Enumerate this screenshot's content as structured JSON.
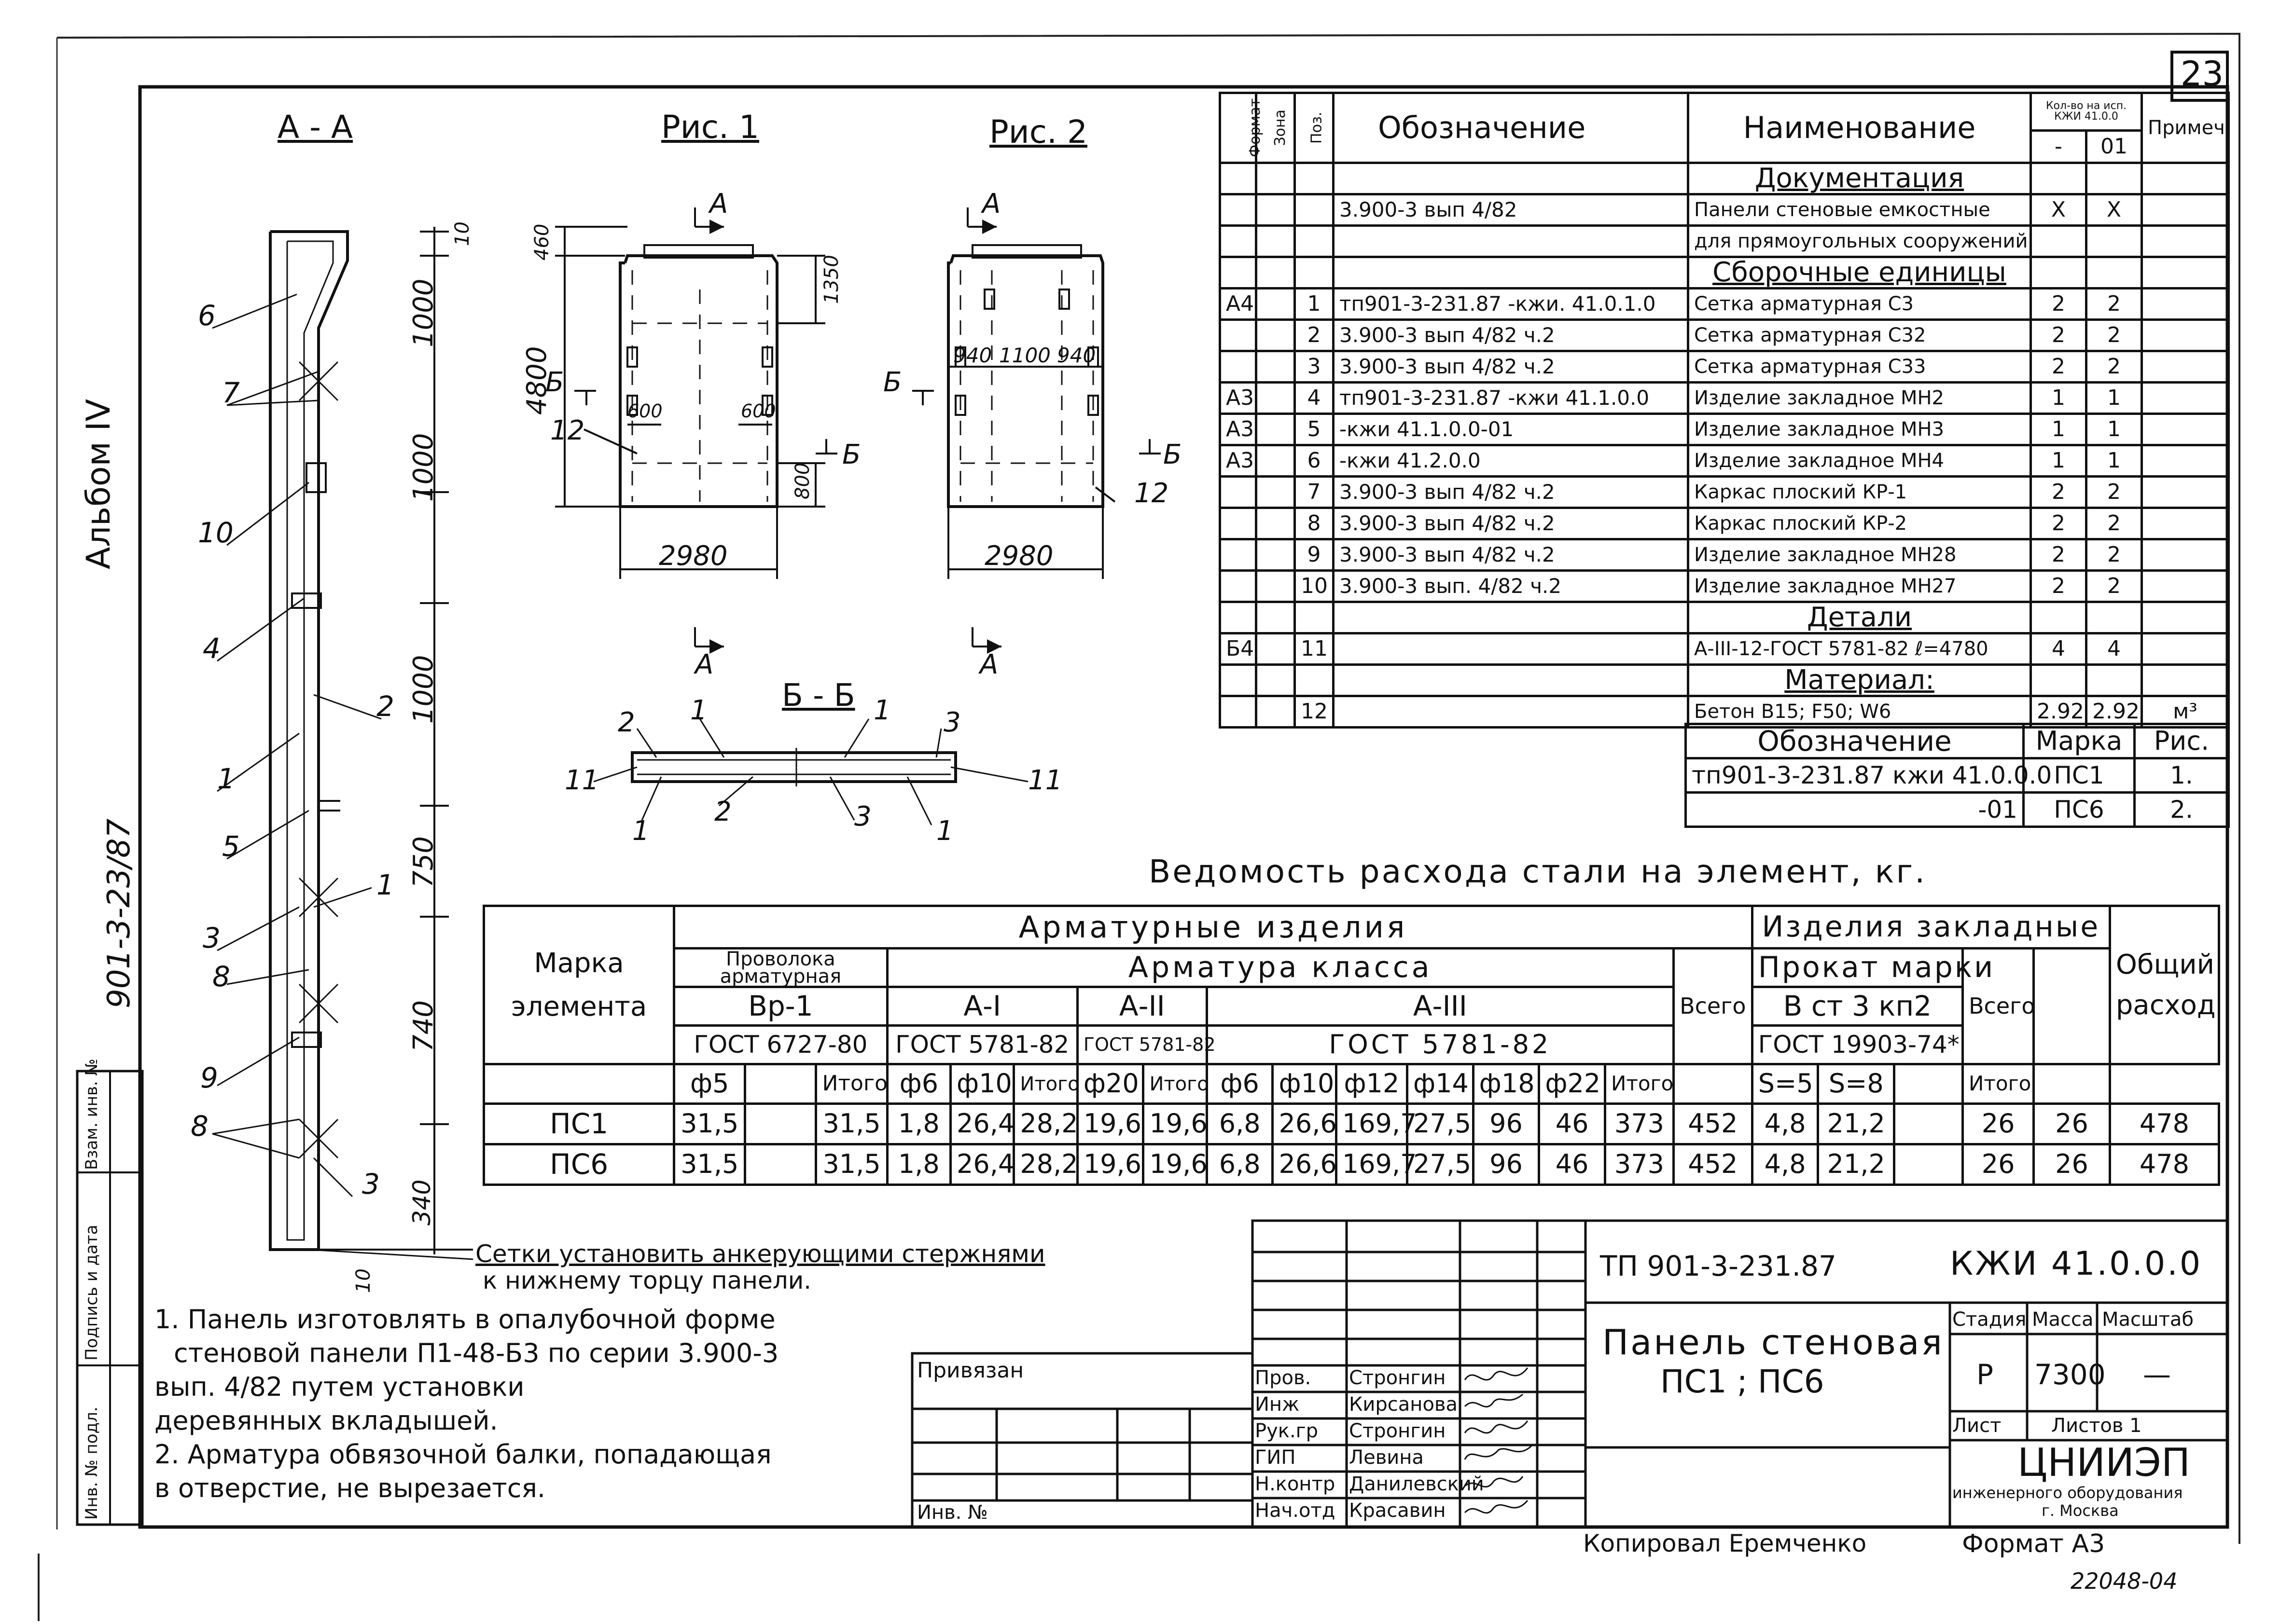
{
  "sheet_number": "23",
  "album": "Альбом IV",
  "series": "901-3-23/87",
  "side_labels": [
    "Инв. № подл.",
    "Подпись и дата",
    "Взам. инв. №"
  ],
  "drawings": {
    "section_aa": {
      "title": "А - А",
      "dims": [
        "10",
        "1000",
        "1000",
        "1000",
        "750",
        "740",
        "340",
        "10"
      ],
      "callouts": [
        "6",
        "7",
        "10",
        "4",
        "2",
        "1",
        "5",
        "1",
        "3",
        "8",
        "9",
        "8",
        "3"
      ]
    },
    "fig1": {
      "title": "Рис. 1",
      "dims": [
        "460",
        "1350",
        "4800",
        "600",
        "600",
        "800",
        "2980"
      ],
      "labels": [
        "А",
        "А",
        "Б",
        "Б",
        "12"
      ]
    },
    "fig2": {
      "title": "Рис. 2",
      "dims": [
        "940",
        "1100",
        "940",
        "2980"
      ],
      "labels": [
        "А",
        "А",
        "Б",
        "Б",
        "12"
      ]
    },
    "section_bb": {
      "title": "Б - Б",
      "callouts": [
        "2",
        "1",
        "1",
        "3",
        "11",
        "11",
        "1",
        "2",
        "3",
        "1"
      ]
    }
  },
  "spec_table": {
    "headers": {
      "format": "Формат",
      "zone": "Зона",
      "pos": "Поз.",
      "designation": "Обозначение",
      "name": "Наименование",
      "qty": "Кол-во на исп.",
      "qty_sub": "КЖИ 41.0.0",
      "qty_cols": [
        "-",
        "01"
      ],
      "note": "Примеч."
    },
    "rows": [
      {
        "type": "section",
        "name": "Документация"
      },
      {
        "fmt": "",
        "zone": "",
        "pos": "",
        "des": "3.900-3 вып 4/82",
        "name": "Панели стеновые емкостные",
        "q1": "X",
        "q2": "X",
        "note": ""
      },
      {
        "fmt": "",
        "zone": "",
        "pos": "",
        "des": "",
        "name": "для прямоугольных сооружений",
        "q1": "",
        "q2": "",
        "note": ""
      },
      {
        "type": "section",
        "name": "Сборочные единицы"
      },
      {
        "fmt": "А4",
        "zone": "",
        "pos": "1",
        "des": "тп901-3-231.87 -кжи. 41.0.1.0",
        "name": "Сетка арматурная С3",
        "q1": "2",
        "q2": "2",
        "note": ""
      },
      {
        "fmt": "",
        "zone": "",
        "pos": "2",
        "des": "3.900-3 вып 4/82 ч.2",
        "name": "Сетка арматурная С32",
        "q1": "2",
        "q2": "2",
        "note": ""
      },
      {
        "fmt": "",
        "zone": "",
        "pos": "3",
        "des": "3.900-3 вып 4/82 ч.2",
        "name": "Сетка арматурная С33",
        "q1": "2",
        "q2": "2",
        "note": ""
      },
      {
        "fmt": "А3",
        "zone": "",
        "pos": "4",
        "des": "тп901-3-231.87 -кжи 41.1.0.0",
        "name": "Изделие закладное МН2",
        "q1": "1",
        "q2": "1",
        "note": ""
      },
      {
        "fmt": "А3",
        "zone": "",
        "pos": "5",
        "des": "-кжи 41.1.0.0-01",
        "name": "Изделие закладное МН3",
        "q1": "1",
        "q2": "1",
        "note": ""
      },
      {
        "fmt": "А3",
        "zone": "",
        "pos": "6",
        "des": "-кжи 41.2.0.0",
        "name": "Изделие закладное МН4",
        "q1": "1",
        "q2": "1",
        "note": ""
      },
      {
        "fmt": "",
        "zone": "",
        "pos": "7",
        "des": "3.900-3 вып 4/82 ч.2",
        "name": "Каркас плоский КР-1",
        "q1": "2",
        "q2": "2",
        "note": ""
      },
      {
        "fmt": "",
        "zone": "",
        "pos": "8",
        "des": "3.900-3 вып 4/82 ч.2",
        "name": "Каркас плоский КР-2",
        "q1": "2",
        "q2": "2",
        "note": ""
      },
      {
        "fmt": "",
        "zone": "",
        "pos": "9",
        "des": "3.900-3 вып 4/82 ч.2",
        "name": "Изделие закладное МН28",
        "q1": "2",
        "q2": "2",
        "note": ""
      },
      {
        "fmt": "",
        "zone": "",
        "pos": "10",
        "des": "3.900-3 вып. 4/82 ч.2",
        "name": "Изделие закладное МН27",
        "q1": "2",
        "q2": "2",
        "note": ""
      },
      {
        "type": "section",
        "name": "Детали"
      },
      {
        "fmt": "Б4",
        "zone": "",
        "pos": "11",
        "des": "",
        "name": "А-III-12-ГОСТ 5781-82 ℓ=4780",
        "q1": "4",
        "q2": "4",
        "note": ""
      },
      {
        "type": "section",
        "name": "Материал:"
      },
      {
        "fmt": "",
        "zone": "",
        "pos": "12",
        "des": "",
        "name": "Бетон В15; F50; W6",
        "q1": "2.92",
        "q2": "2.92",
        "note": "м³"
      }
    ]
  },
  "mark_table": {
    "headers": [
      "Обозначение",
      "Марка",
      "Рис."
    ],
    "rows": [
      [
        "тп901-3-231.87 кжи 41.0.0.0",
        "ПС1",
        "1."
      ],
      [
        "-01",
        "ПС6",
        "2."
      ]
    ]
  },
  "steel_table": {
    "title": "Ведомость расхода стали на элемент, кг.",
    "h_group1": "Арматурные изделия",
    "h_group2": "Изделия закладные",
    "h_mark": "Марка элемента",
    "h_wire": "Проволока арматурная",
    "h_rebar": "Арматура класса",
    "h_total": "Всего",
    "h_prokat": "Прокат марки",
    "h_grand": "Общий расход",
    "h_bp": "Вр-1",
    "h_a1": "А-I",
    "h_a2": "А-II",
    "h_a3": "А-III",
    "h_vst": "В ст 3 кп2",
    "gost": [
      "ГОСТ 6727-80",
      "ГОСТ 5781-82",
      "ГОСТ 5781-82",
      "ГОСТ 5781-82",
      "ГОСТ 19903-74*"
    ],
    "diam": [
      "ф5",
      "",
      "Итого",
      "ф6",
      "ф10",
      "Итого",
      "ф20",
      "Итого",
      "ф6",
      "ф10",
      "ф12",
      "ф14",
      "ф18",
      "ф22",
      "Итого",
      "S=5",
      "S=8",
      "",
      "Итого"
    ],
    "rows": [
      [
        "ПС1",
        "31,5",
        "",
        "31,5",
        "1,8",
        "26,4",
        "28,2",
        "19,6",
        "19,6",
        "6,8",
        "26,6",
        "169,7",
        "27,5",
        "96",
        "46",
        "373",
        "452",
        "4,8",
        "21,2",
        "",
        "26",
        "26",
        "478"
      ],
      [
        "ПС6",
        "31,5",
        "",
        "31,5",
        "1,8",
        "26,4",
        "28,2",
        "19,6",
        "19,6",
        "6,8",
        "26,6",
        "169,7",
        "27,5",
        "96",
        "46",
        "373",
        "452",
        "4,8",
        "21,2",
        "",
        "26",
        "26",
        "478"
      ]
    ]
  },
  "anchor_note": [
    "Сетки установить анкерующими стержнями",
    "к нижнему торцу панели."
  ],
  "notes": [
    "1. Панель изготовлять в опалубочной форме",
    "стеновой панели П1-48-Б3 по серии 3.900-3",
    "вып. 4/82 путем установки",
    "деревянных вкладышей.",
    "2. Арматура обвязочной балки, попадающая",
    "в отверстие, не вырезается."
  ],
  "title_block": {
    "privyazan": "Привязан",
    "inv": "Инв. №",
    "doc_code": "ТП 901-3-231.87",
    "doc_mark": "КЖИ 41.0.0.0",
    "title": [
      "Панель стеновая",
      "ПС1 ; ПС6"
    ],
    "stage_h": "Стадия",
    "mass_h": "Масса",
    "scale_h": "Масштаб",
    "stage": "Р",
    "mass": "7300",
    "scale": "—",
    "sheet_h": "Лист",
    "sheets_h": "Листов 1",
    "org": "ЦНИИЭП",
    "org_sub": "инженерного оборудования",
    "city": "г. Москва",
    "signers": [
      [
        "Пров.",
        "Стронгин"
      ],
      [
        "Инж",
        "Кирсанова"
      ],
      [
        "Рук.гр",
        "Стронгин"
      ],
      [
        "ГИП",
        "Левина"
      ],
      [
        "Н.контр",
        "Данилевский"
      ],
      [
        "Нач.отд",
        "Красавин"
      ]
    ]
  },
  "copied": "Копировал Еремченко",
  "format": "Формат А3",
  "code_bottom": "22048-04"
}
